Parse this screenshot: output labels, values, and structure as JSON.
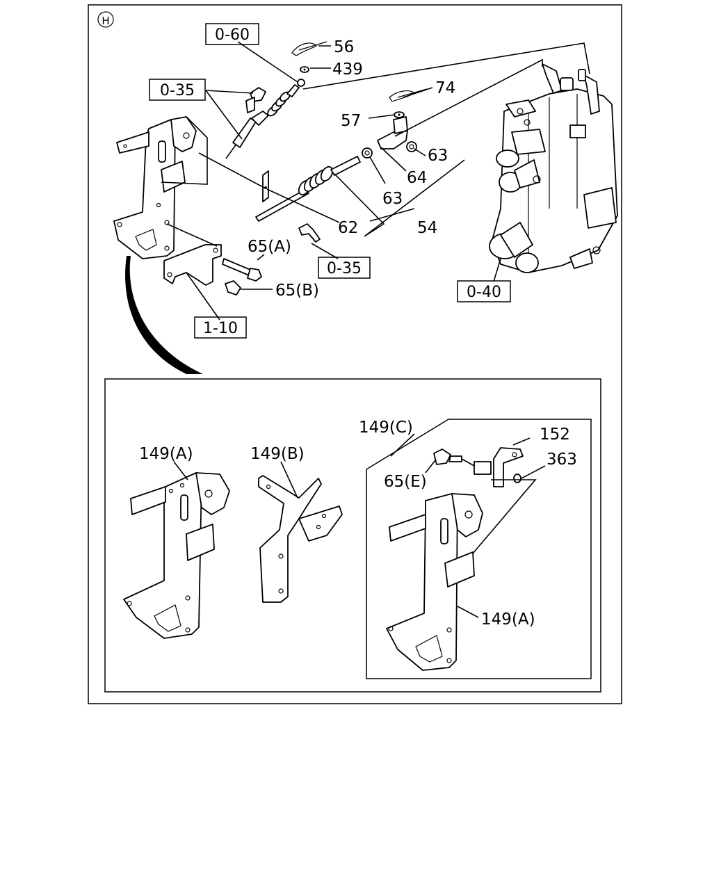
{
  "view_marker": "H",
  "callouts": {
    "n56": "56",
    "n439": "439",
    "n74": "74",
    "n57": "57",
    "n63a": "63",
    "n64": "64",
    "n63b": "63",
    "n62": "62",
    "n54": "54",
    "n65a": "65(A)",
    "n65b": "65(B)"
  },
  "ref_boxes": {
    "r060": "0-60",
    "r035a": "0-35",
    "r035b": "0-35",
    "r040": "0-40",
    "r110": "1-10"
  },
  "detail": {
    "l149a": "149(A)",
    "l149b": "149(B)",
    "l149c": "149(C)",
    "l152": "152",
    "l363": "363",
    "l65e": "65(E)",
    "l149a2": "149(A)"
  }
}
